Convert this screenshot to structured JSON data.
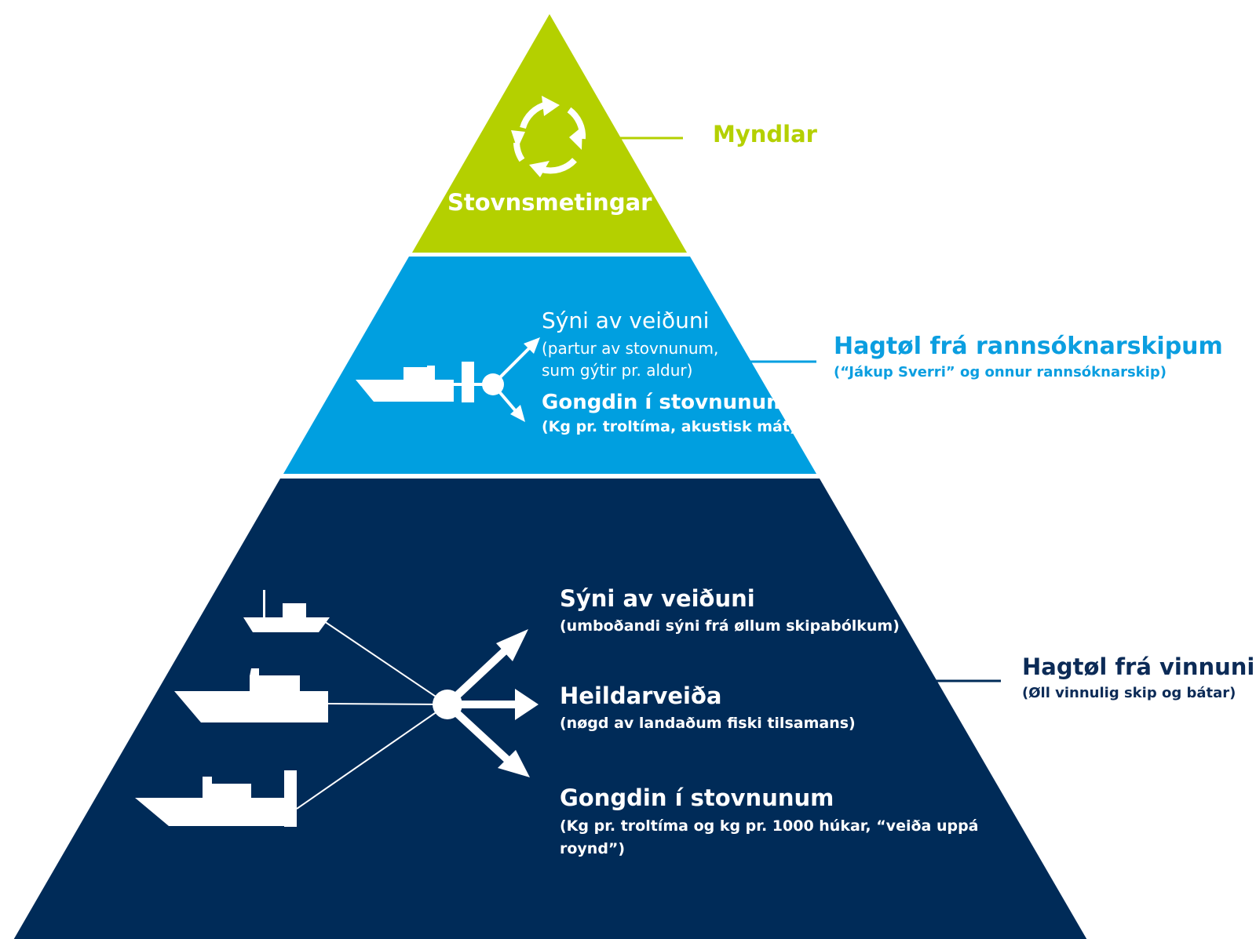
{
  "colors": {
    "green": "#b4d000",
    "blue": "#009fe0",
    "navy": "#002b58",
    "label_blue": "#0b9ee0",
    "label_navy": "#0c2b57",
    "white": "#ffffff"
  },
  "top": {
    "title": "Stovnsmetingar",
    "icon": "recycle-arrows-icon",
    "side_label": "Myndlar"
  },
  "middle": {
    "item1_title": "Sýni av veiðuni",
    "item1_sub_line1": "(partur av stovnunum,",
    "item1_sub_line2": "sum gýtir pr. aldur)",
    "item2_title": "Gongdin í stovnunum",
    "item2_sub": "(Kg pr. troltíma, akustisk mát)",
    "side_label": "Hagtøl frá rannsóknarskipum",
    "side_sub": "(“Jákup Sverri” og onnur rannsóknarskip)"
  },
  "bottom": {
    "item1_title": "Sýni av veiðuni",
    "item1_sub": "(umboðandi sýni frá øllum skipabólkum)",
    "item2_title": "Heildarveiða",
    "item2_sub": "(nøgd av landaðum fiski tilsamans)",
    "item3_title": "Gongdin í stovnunum",
    "item3_sub_line1": "(Kg pr. troltíma og kg pr. 1000 húkar, “veiða uppá",
    "item3_sub_line2": "roynd”)",
    "side_label": "Hagtøl frá vinnuni",
    "side_sub": "(Øll vinnulig skip og bátar)"
  }
}
